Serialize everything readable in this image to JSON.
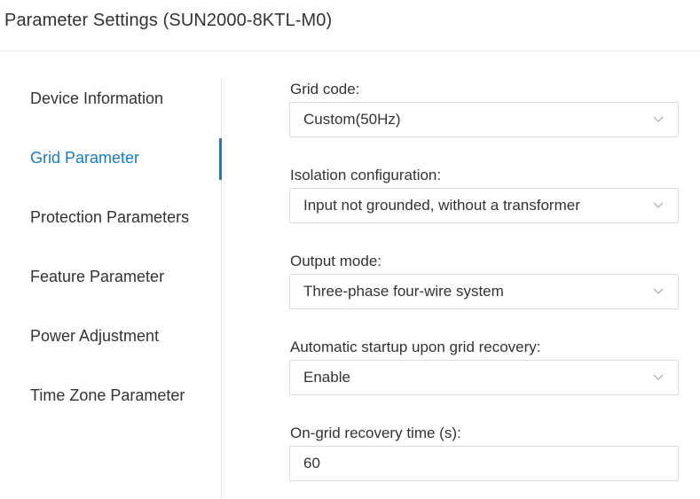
{
  "header": {
    "title": "Parameter Settings (SUN2000-8KTL-M0)"
  },
  "sidebar": {
    "items": [
      {
        "label": "Device Information",
        "active": false
      },
      {
        "label": "Grid Parameter",
        "active": true
      },
      {
        "label": "Protection Parameters",
        "active": false
      },
      {
        "label": "Feature Parameter",
        "active": false
      },
      {
        "label": "Power Adjustment",
        "active": false
      },
      {
        "label": "Time Zone Parameter",
        "active": false
      }
    ],
    "accent_color": "#1a7ac6"
  },
  "form": {
    "grid_code": {
      "label": "Grid code:",
      "value": "Custom(50Hz)"
    },
    "isolation": {
      "label": "Isolation configuration:",
      "value": "Input not grounded, without a transformer"
    },
    "output_mode": {
      "label": "Output mode:",
      "value": "Three-phase four-wire system"
    },
    "auto_startup": {
      "label": "Automatic startup upon grid recovery:",
      "value": "Enable"
    },
    "recovery_time": {
      "label": "On-grid recovery time (s):",
      "value": "60"
    }
  }
}
